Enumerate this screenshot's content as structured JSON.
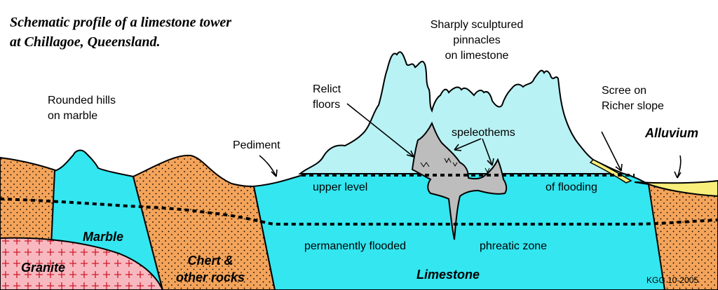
{
  "title_line1": "Schematic profile of a limestone tower",
  "title_line2": "at Chillagoe, Queensland.",
  "labels": {
    "pinnacles_1": "Sharply sculptured",
    "pinnacles_2": "pinnacles",
    "pinnacles_3": "on limestone",
    "relict_1": "Relict",
    "relict_2": "floors",
    "rounded_1": "Rounded hills",
    "rounded_2": "on marble",
    "scree_1": "Scree on",
    "scree_2": "Richer slope",
    "alluvium": "Alluvium",
    "pediment": "Pediment",
    "speleothems": "speleothems",
    "upper_level": "upper level",
    "of_flooding": "of flooding",
    "perm_flooded": "permanently  flooded",
    "phreatic": "phreatic  zone",
    "marble": "Marble",
    "granite": "Granite",
    "chert_1": "Chert &",
    "chert_2": "other rocks",
    "limestone": "Limestone",
    "credit": "KGG 10-2005"
  },
  "colors": {
    "orange": "#f4a45a",
    "cyan": "#33e6f0",
    "light_cyan": "#b8f2f4",
    "pink": "#f7b8bf",
    "gray": "#bdbdbd",
    "yellow": "#f8ef7a"
  }
}
